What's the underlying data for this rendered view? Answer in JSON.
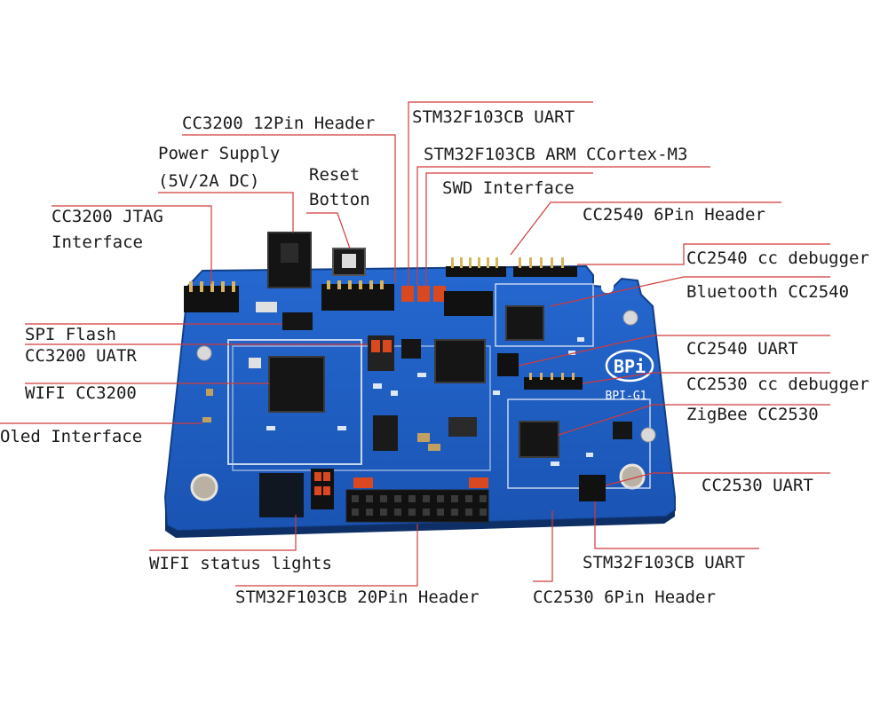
{
  "board": {
    "logo_text": "BPi",
    "model_text": "BPI-G1",
    "colors": {
      "pcb": "#1f5fc4",
      "pcb_dark": "#154a9e",
      "silk": "#e8eef8",
      "leader": "#d23a3a"
    }
  },
  "labels": {
    "cc3200_12pin_header": "CC3200 12Pin Header",
    "power_supply_1": "Power Supply",
    "power_supply_2": "(5V/2A DC)",
    "reset_1": "Reset",
    "reset_2": "Botton",
    "cc3200_jtag_1": "CC3200 JTAG",
    "cc3200_jtag_2": "Interface",
    "stm32_uart_top": "STM32F103CB UART",
    "stm32_arm": "STM32F103CB ARM CCortex-M3",
    "swd_interface": "SWD Interface",
    "cc2540_6pin": "CC2540 6Pin Header",
    "cc2540_ccdebugger": "CC2540 cc debugger",
    "bluetooth_cc2540": "Bluetooth CC2540",
    "spi_flash": "SPI Flash",
    "cc3200_uatr": "CC3200 UATR",
    "wifi_cc3200": "WIFI CC3200",
    "oled_interface": "Oled Interface",
    "cc2540_uart": "CC2540 UART",
    "cc2530_ccdebugger": "CC2530 cc debugger",
    "zigbee_cc2530": "ZigBee CC2530",
    "cc2530_uart": "CC2530 UART",
    "wifi_status_lights": "WIFI status lights",
    "stm32_uart_bottom": "STM32F103CB UART",
    "stm32_20pin": "STM32F103CB 20Pin Header",
    "cc2530_6pin": "CC2530 6Pin Header"
  }
}
